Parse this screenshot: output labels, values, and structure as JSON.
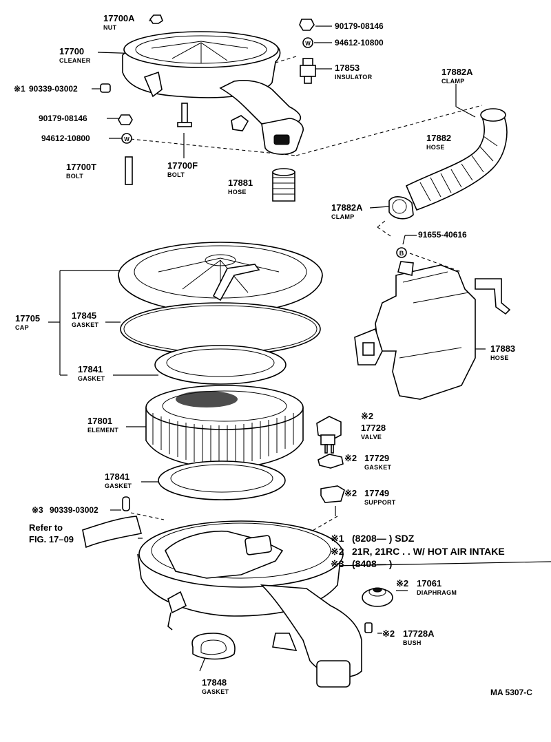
{
  "parts": {
    "p17700A": {
      "num": "17700A",
      "name": "NUT"
    },
    "p17700": {
      "num": "17700",
      "name": "CLEANER"
    },
    "p90339a": {
      "mark": "※1",
      "num": "90339-03002"
    },
    "p90179a": {
      "num": "90179-08146"
    },
    "p94612a": {
      "num": "94612-10800"
    },
    "p17700T": {
      "num": "17700T",
      "name": "BOLT"
    },
    "p17700F": {
      "num": "17700F",
      "name": "BOLT"
    },
    "p17881": {
      "num": "17881",
      "name": "HOSE"
    },
    "p90179b": {
      "num": "90179-08146"
    },
    "p94612b": {
      "num": "94612-10800"
    },
    "p17853": {
      "num": "17853",
      "name": "INSULATOR"
    },
    "p17882A_top": {
      "num": "17882A",
      "name": "CLAMP"
    },
    "p17882": {
      "num": "17882",
      "name": "HOSE"
    },
    "p17882A_bot": {
      "num": "17882A",
      "name": "CLAMP"
    },
    "p91655": {
      "num": "91655-40616"
    },
    "pB": {
      "num": "B"
    },
    "p17705": {
      "num": "17705",
      "name": "CAP"
    },
    "p17845": {
      "num": "17845",
      "name": "GASKET"
    },
    "p17841a": {
      "num": "17841",
      "name": "GASKET"
    },
    "p17883": {
      "num": "17883",
      "name": "HOSE"
    },
    "p17801": {
      "num": "17801",
      "name": "ELEMENT"
    },
    "p17728": {
      "mark": "※2",
      "num": "17728",
      "name": "VALVE"
    },
    "p17729": {
      "mark": "※2",
      "num": "17729",
      "name": "GASKET"
    },
    "p17841b": {
      "num": "17841",
      "name": "GASKET"
    },
    "p17749": {
      "mark": "※2",
      "num": "17749",
      "name": "SUPPORT"
    },
    "p90339b": {
      "mark": "※3",
      "num": "90339-03002"
    },
    "p17061": {
      "mark": "※2",
      "num": "17061",
      "name": "DIAPHRAGM"
    },
    "p17728A": {
      "mark": "※2",
      "num": "17728A",
      "name": "BUSH"
    },
    "p17848": {
      "num": "17848",
      "name": "GASKET"
    }
  },
  "refer": {
    "line1": "Refer to",
    "line2": "FIG. 17–09"
  },
  "notes": {
    "n1": {
      "mark": "※1",
      "text": "(8208—        ) SDZ"
    },
    "n2": {
      "mark": "※2",
      "text": "21R, 21RC . . W/ HOT AIR INTAKE"
    },
    "n3": {
      "mark": "※3",
      "text": "(8408—        )"
    }
  },
  "figure_code": "MA  5307-C"
}
